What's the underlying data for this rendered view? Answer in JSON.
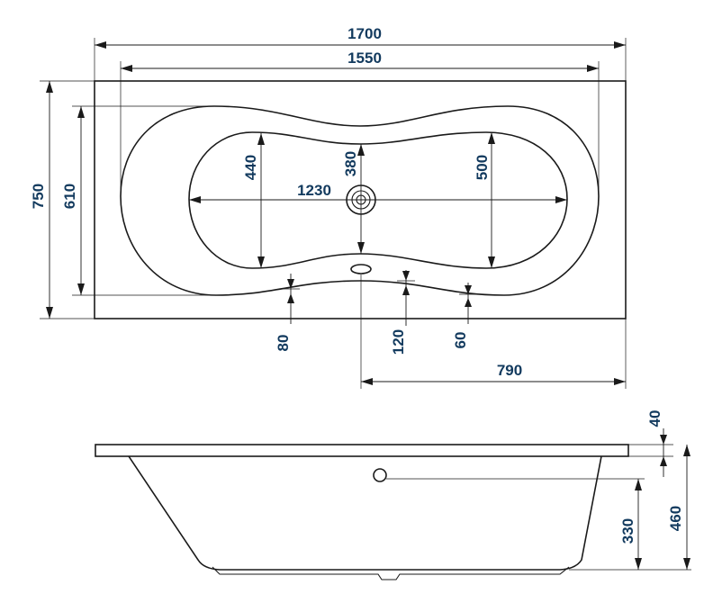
{
  "diagram": {
    "top_view": {
      "overall_length": "1700",
      "inner_length": "1550",
      "overall_width": "750",
      "inner_width": "610",
      "basin_length": "1230",
      "basin_width_left": "440",
      "basin_width_center": "380",
      "basin_width_right": "500",
      "rim_80": "80",
      "rim_120": "120",
      "rim_60": "60",
      "drain_offset": "790"
    },
    "side_view": {
      "rim_thickness": "40",
      "overflow_height": "330",
      "total_height": "460"
    },
    "colors": {
      "outline": "#1a1a1a",
      "label": "#123a5e",
      "background": "#ffffff"
    }
  }
}
